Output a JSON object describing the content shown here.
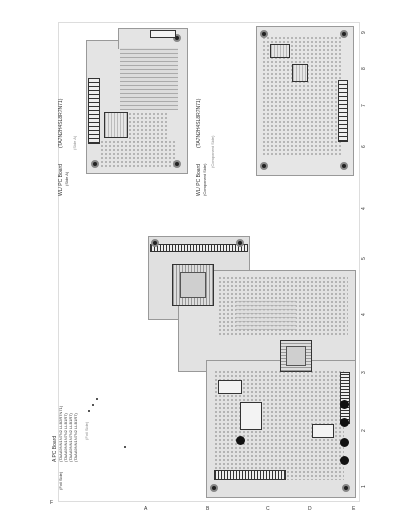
{
  "top_ruler": [
    "6",
    "7",
    "8",
    "9"
  ],
  "bottom_ruler": [
    "1",
    "2",
    "3",
    "4",
    "5"
  ],
  "left_letter": "F",
  "right_letter": "4",
  "side_letters": [
    "A",
    "B",
    "C",
    "D",
    "E"
  ],
  "boards": {
    "top_left": {
      "title": "WL/ PC Board",
      "part": "(TA7N2H4SL8R7N71)",
      "side": "(Side A)",
      "note": "(Side A)"
    },
    "top_right": {
      "title": "WL/ PC Board",
      "part": "(TA7N2H4SL8R7N71)",
      "side": "(Component Side)",
      "note": "(Component Side)"
    },
    "main": {
      "title": "A PC Board",
      "lines": [
        "(TAAA9NN1N7N2 LLB2R7N71)",
        "(TAAA9NN1N7N2 LLB1R7)",
        "(TAAA9NN1N7N2 LLB1R7)",
        "(TAAA9NN1N7N2 LLB1R7)"
      ],
      "side": "(Foil Side)",
      "note": "(Foil Side)"
    }
  }
}
